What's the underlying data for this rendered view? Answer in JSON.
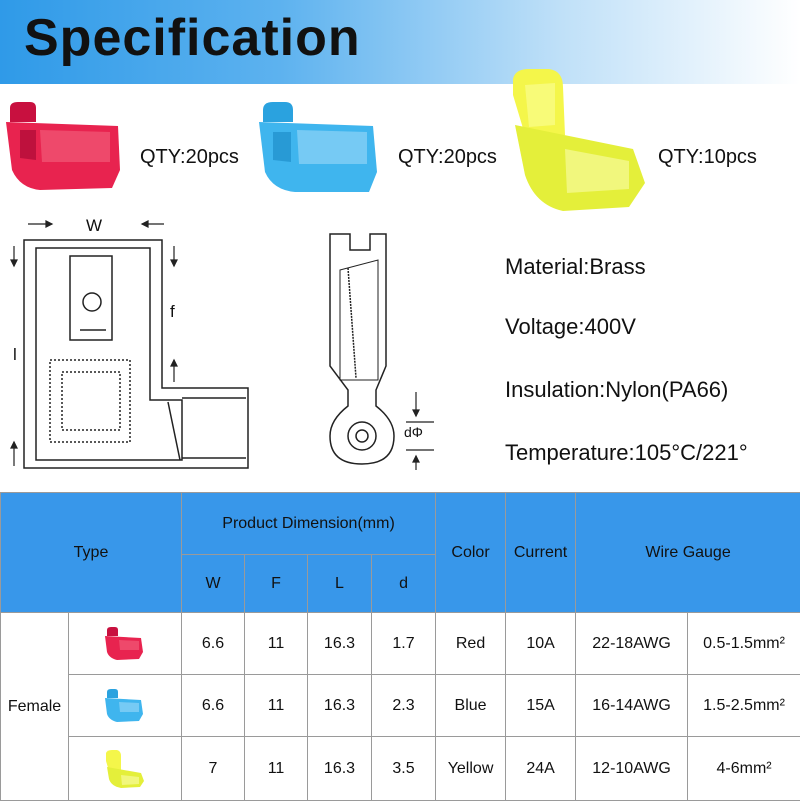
{
  "title": "Specification",
  "products": [
    {
      "color_name": "Red",
      "color": "#e8234f",
      "qty_label": "QTY:20pcs"
    },
    {
      "color_name": "Blue",
      "color": "#3fb5ee",
      "qty_label": "QTY:20pcs"
    },
    {
      "color_name": "Yellow",
      "color": "#e4ef3a",
      "qty_label": "QTY:10pcs"
    }
  ],
  "diagram_labels": {
    "w": "W",
    "f": "f",
    "l": "l",
    "d": "dΦ"
  },
  "specs": {
    "material": "Material:Brass",
    "voltage": "Voltage:400V",
    "insulation": "Insulation:Nylon(PA66)",
    "temperature": "Temperature:105°C/221°"
  },
  "table": {
    "header_color": "#3897ea",
    "col_type": "Type",
    "col_dimension": "Product Dimension(mm)",
    "sub_w": "W",
    "sub_f": "F",
    "sub_l": "L",
    "sub_d": "d",
    "col_color": "Color",
    "col_current": "Current",
    "col_gauge": "Wire Gauge",
    "type_value": "Female",
    "rows": [
      {
        "w": "6.6",
        "f": "11",
        "l": "16.3",
        "d": "1.7",
        "color": "Red",
        "current": "10A",
        "awg": "22-18AWG",
        "mm2": "0.5-1.5mm²"
      },
      {
        "w": "6.6",
        "f": "11",
        "l": "16.3",
        "d": "2.3",
        "color": "Blue",
        "current": "15A",
        "awg": "16-14AWG",
        "mm2": "1.5-2.5mm²"
      },
      {
        "w": "7",
        "f": "11",
        "l": "16.3",
        "d": "3.5",
        "color": "Yellow",
        "current": "24A",
        "awg": "12-10AWG",
        "mm2": "4-6mm²"
      }
    ]
  }
}
